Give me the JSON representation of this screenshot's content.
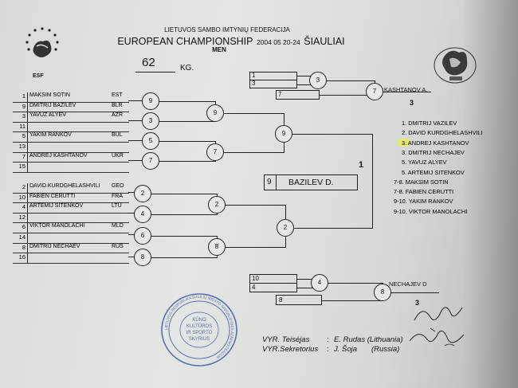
{
  "header": {
    "federation": "LIETUVOS SAMBO IMTYNIŲ FEDERACIJA",
    "championship": "EUROPEAN CHAMPIONSHIP",
    "dates": "2004 05 20-24",
    "city": "ŠIAULIAI",
    "category": "MEN",
    "weight_value": "62",
    "weight_unit": "KG.",
    "esf_label": "ESF"
  },
  "pool_a": [
    {
      "n": "1",
      "name": "MAKSIM SOTIN",
      "country": "EST"
    },
    {
      "n": "9",
      "name": "DMITRIJ BAZILEV",
      "country": "BLR"
    },
    {
      "n": "3",
      "name": "YAVUZ ALYEV",
      "country": "AZR"
    },
    {
      "n": "11",
      "name": "",
      "country": ""
    },
    {
      "n": "5",
      "name": "YAKIM RANKOV",
      "country": "BUL"
    },
    {
      "n": "13",
      "name": "",
      "country": ""
    },
    {
      "n": "7",
      "name": "ANDREJ KASHTANOV",
      "country": "UKR"
    },
    {
      "n": "15",
      "name": "",
      "country": ""
    }
  ],
  "pool_b": [
    {
      "n": "2",
      "name": "DAVID KURDGHELASHVILI",
      "country": "GEO"
    },
    {
      "n": "10",
      "name": "FABIEN CERUTTI",
      "country": "FRA"
    },
    {
      "n": "4",
      "name": "ARTEMIJ SITENKOV",
      "country": "LTU"
    },
    {
      "n": "12",
      "name": "",
      "country": ""
    },
    {
      "n": "6",
      "name": "VIKTOR MANOLACHI",
      "country": "MLD"
    },
    {
      "n": "14",
      "name": "",
      "country": ""
    },
    {
      "n": "8",
      "name": "DMITRIJ NECHAEV",
      "country": "RUS"
    },
    {
      "n": "16",
      "name": "",
      "country": ""
    }
  ],
  "rounds": {
    "a_r1": [
      "9",
      "3",
      "5",
      "7"
    ],
    "a_r2": [
      "9",
      "7"
    ],
    "a_r3": "9",
    "b_r1": [
      "2",
      "4",
      "6",
      "8"
    ],
    "b_r2": [
      "2",
      "8"
    ],
    "b_r3": "2"
  },
  "final": {
    "place_label": "1",
    "number": "9",
    "name": "BAZILEV D."
  },
  "repechage_top": {
    "inputs": [
      "1",
      "3",
      "7"
    ],
    "c1": "3",
    "c2": "7",
    "winner": "KASHTANOV A.",
    "place": "3"
  },
  "repechage_bottom": {
    "inputs": [
      "10",
      "4",
      "8"
    ],
    "c1": "4",
    "c2": "8",
    "winner": "NECHAJEV D",
    "place": "3"
  },
  "results": [
    "1. DMITRIJ VAZILEV",
    "2. DAVID KURDGHELASHVILI",
    "3. ANDREJ KASHTANOV",
    "3. DMITRIJ NECHAJEV",
    "5. YAVUZ ALYEV",
    "5. ARTEMIJ SITENKOV",
    "7-8. MAKSIM SOTIN",
    "7-8. FABIEN CERUTTI",
    "9-10. YAKIM RANKOV",
    "9-10. VIKTOR MANOLACHI"
  ],
  "stamp": {
    "center_lines": [
      "KŪNO",
      "KULTŪROS",
      "IR SPORTO",
      "SKYRIUS"
    ],
    "ring_text": "LIETUVOS RESPUBLIKA ŠIAULIŲ MIESTO SAVIVALDYBĖS ADMINISTRACIJA"
  },
  "officials": [
    {
      "role": "VYR. Teisėjas",
      "sep": ":",
      "name": "E. Rudas (Lithuania)"
    },
    {
      "role": "VYR.Sekretorius",
      "sep": ":",
      "name": "J. Šoja",
      "country": "(Russia)"
    }
  ],
  "colors": {
    "highlight": "#e7ef4c",
    "ink": "#111111",
    "stamp": "#5a6fb0"
  }
}
